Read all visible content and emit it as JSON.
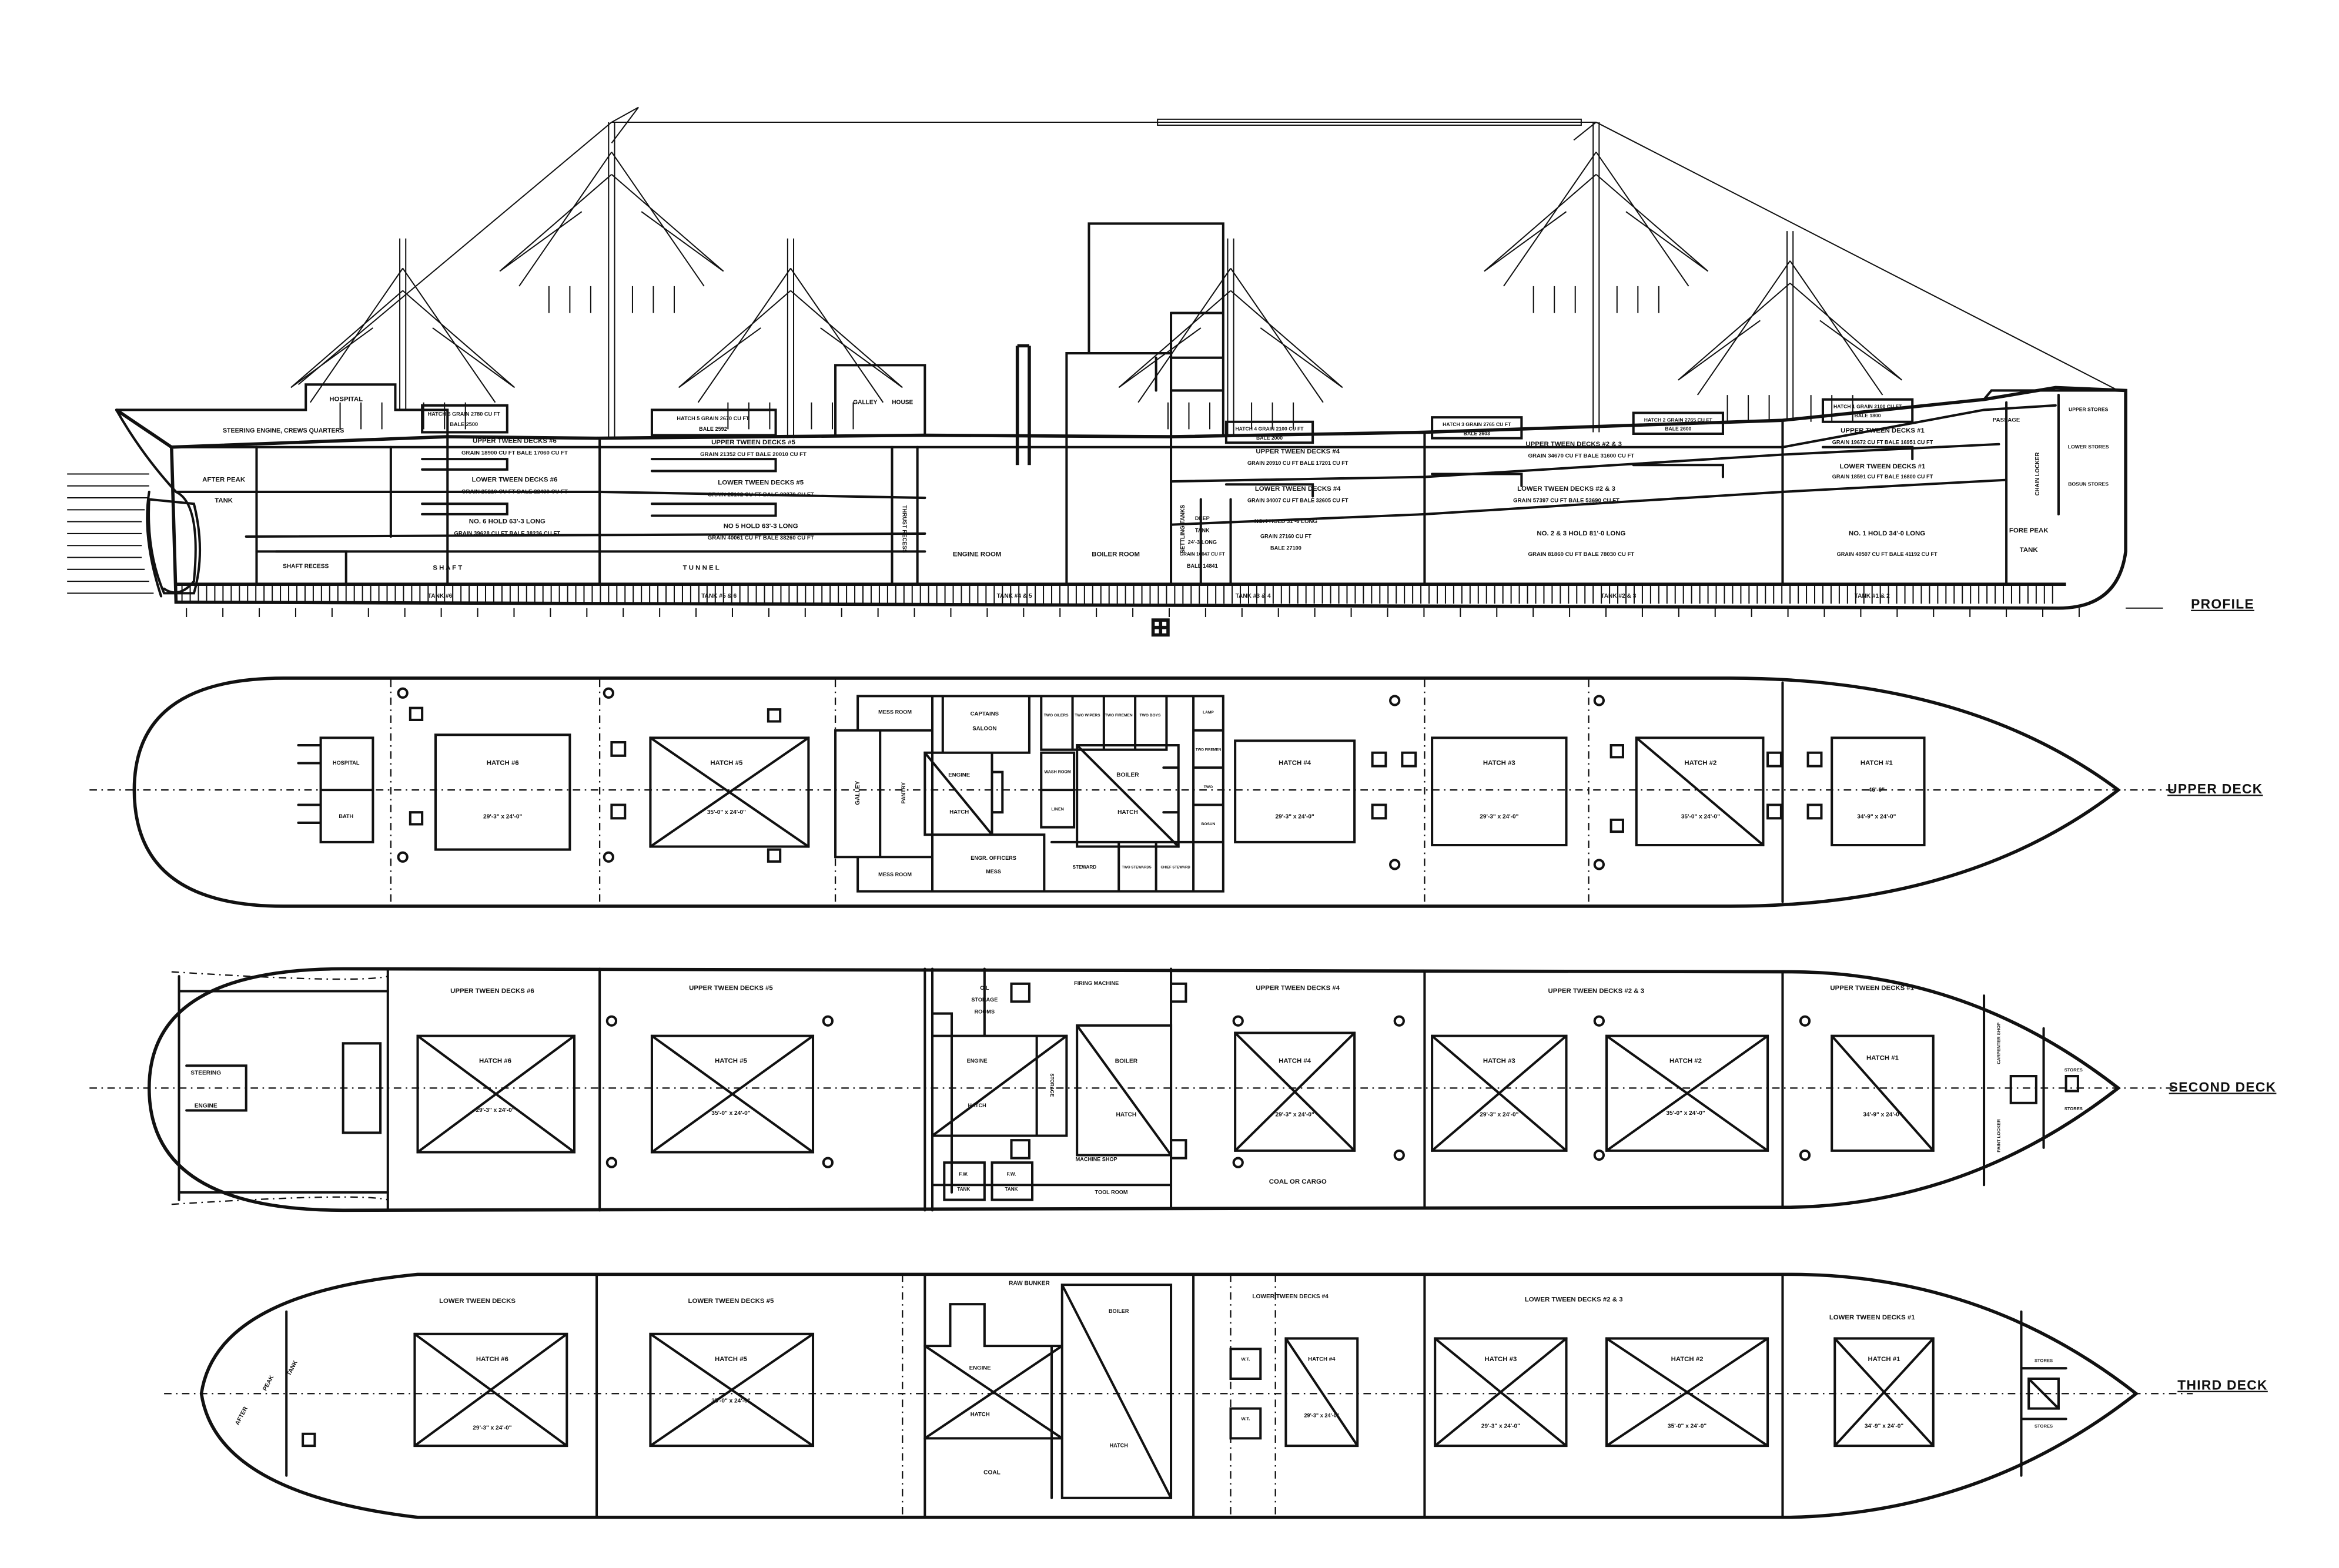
{
  "titles": {
    "profile": "PROFILE",
    "upper": "UPPER DECK",
    "second": "SECOND DECK",
    "third": "THIRD DECK"
  },
  "profile": {
    "hospital": "HOSPITAL",
    "crews": "STEERING ENGINE, CREWS QUARTERS",
    "after_peak": "AFTER PEAK",
    "after_peak_tank": "TANK",
    "shaft_recess": "SHAFT RECESS",
    "hatch6": "HATCH 6 GRAIN 2780 CU FT",
    "hatch6b": "BALE 2500",
    "utd6": "UPPER TWEEN DECKS #6",
    "utd6c": "GRAIN 18900 CU FT   BALE 17060 CU FT",
    "ltd6": "LOWER TWEEN DECKS #6",
    "ltd6c": "GRAIN 25210 CU FT   BALE 22480 CU FT",
    "hold6": "NO. 6 HOLD   63'-3 LONG",
    "hold6c": "GRAIN 39628 CU FT  BALE 38236 CU FT",
    "hatch5": "HATCH 5 GRAIN 2670 CU FT",
    "hatch5b": "BALE 2592",
    "utd5": "UPPER TWEEN DECKS #5",
    "utd5c": "GRAIN 21352 CU FT   BALE 20010 CU FT",
    "ltd5": "LOWER TWEEN DECKS #5",
    "ltd5c": "GRAIN 25102 CU FT   BALE 22370 CU FT",
    "hold5": "NO 5 HOLD   63'-3 LONG",
    "hold5c": "GRAIN 40061 CU FT   BALE 38260 CU FT",
    "shaft": "S H A F T",
    "tunnel": "T U N N E L",
    "thrust": "THRUST RECESS",
    "galley": "GALLEY",
    "house": "HOUSE",
    "engine_room": "ENGINE ROOM",
    "boiler_room": "BOILER ROOM",
    "settling": "SETTLING TANKS",
    "deep1": "DEEP",
    "deep2": "TANK",
    "deep3": "24'-3 LONG",
    "deep4": "GRAIN 16047 CU FT",
    "deep5": "BALE 14841",
    "hold4": "NO.4 HOLD 31'-6 LONG",
    "hold4c": "GRAIN 27160 CU FT",
    "hold4d": "BALE 27100",
    "hatch4": "HATCH 4 GRAIN 2100 CU FT",
    "hatch4b": "BALE 2000",
    "utd4": "UPPER TWEEN DECKS #4",
    "utd4c": "GRAIN 20910 CU FT  BALE 17201 CU FT",
    "ltd4": "LOWER TWEEN DECKS #4",
    "ltd4c": "GRAIN 34007 CU FT  BALE 32605 CU FT",
    "hatch3": "HATCH 3 GRAIN 2765 CU FT",
    "hatch3b": "BALE 2603",
    "hatch2": "HATCH 2 GRAIN 2765 CU FT",
    "hatch2b": "BALE 2600",
    "utd23": "UPPER TWEEN DECKS #2 & 3",
    "utd23c": "GRAIN 34670 CU FT      BALE 31600 CU FT",
    "ltd23": "LOWER TWEEN DECKS #2 & 3",
    "ltd23c": "GRAIN 57397 CU FT     BALE 53690 CU FT",
    "hold23": "NO. 2 & 3 HOLD   81'-0 LONG",
    "hold23c": "GRAIN 81860 CU FT      BALE 78030 CU FT",
    "hatch1": "HATCH 1 GRAIN 2100 CU FT",
    "hatch1b": "BALE 1800",
    "utd1": "UPPER TWEEN DECKS #1",
    "utd1c": "GRAIN 19672 CU FT   BALE 16951 CU FT",
    "ltd1": "LOWER TWEEN DECKS #1",
    "ltd1c": "GRAIN 18591 CU FT   BALE 16800 CU FT",
    "hold1": "NO. 1 HOLD   34'-0 LONG",
    "hold1c": "GRAIN 40507 CU FT  BALE 41192 CU FT",
    "fore_peak": "FORE PEAK",
    "fore_peak_tank": "TANK",
    "passage": "PASSAGE",
    "chain": "CHAIN LOCKER",
    "stores1": "UPPER STORES",
    "stores2": "LOWER STORES",
    "stores3": "BOSUN STORES",
    "tank6": "TANK #6",
    "tank5": "TANK #5 & 6",
    "tank4": "TANK #4 & 5",
    "tank3": "TANK #3 & 4",
    "tank2": "TANK #2 & 3",
    "tank1": "TANK #1 & 2"
  },
  "upper": {
    "hospital": "HOSPITAL",
    "bath": "BATH",
    "hatch6": "HATCH #6",
    "hatch6d": "29'-3\" x 24'-0\"",
    "hatch5": "HATCH #5",
    "hatch5d": "35'-0\" x 24'-0\"",
    "mess_top": "MESS ROOM",
    "mess_bottom": "MESS ROOM",
    "galley": "GALLEY",
    "pantry": "PANTRY",
    "captain1": "CAPTAINS",
    "captain2": "SALOON",
    "engine": "ENGINE",
    "engine_hatch": "HATCH",
    "engr1": "ENGR. OFFICERS",
    "engr2": "MESS",
    "r1": "TWO OILERS",
    "r2": "TWO WIPERS",
    "r3": "TWO FIREMEN",
    "r4": "TWO BOYS",
    "wash": "WASH ROOM",
    "linen": "LINEN",
    "boiler": "BOILER",
    "boiler_hatch": "HATCH",
    "steward": "STEWARD",
    "stewards": "TWO STEWARDS",
    "chief": "CHIEF STEWARD",
    "lamp": "LAMP",
    "two_firemen": "TWO FIREMEN",
    "two": "TWO",
    "bosun": "BOSUN",
    "hatch4": "HATCH #4",
    "hatch4d": "29'-3\" x 24'-0\"",
    "hatch3": "HATCH #3",
    "hatch3d": "29'-3\" x 24'-0\"",
    "hatch2": "HATCH #2",
    "hatch2d": "35'-0\" x 24'-0\"",
    "hatch1": "HATCH #1",
    "hatch1a": "46'-0\"",
    "hatch1d": "34'-9\" x 24'-0\""
  },
  "second": {
    "steering": "STEERING",
    "engine": "ENGINE",
    "utd6": "UPPER TWEEN DECKS #6",
    "hatch6": "HATCH #6",
    "hatch6d": "29'-3\" x 24'-0\"",
    "utd5": "UPPER TWEEN DECKS #5",
    "hatch5": "HATCH #5",
    "hatch5d": "35'-0\" x 24'-0\"",
    "oil1": "OIL",
    "oil2": "STORAGE",
    "oil3": "ROOMS",
    "firing": "FIRING MACHINE",
    "storage": "STORAGE",
    "engine_lbl": "ENGINE",
    "engine_hatch": "HATCH",
    "boiler": "BOILER",
    "boiler_hatch": "HATCH",
    "machine": "MACHINE SHOP",
    "tool": "TOOL ROOM",
    "fw1": "F.W.",
    "fw1b": "TANK",
    "fw2": "F.W.",
    "fw2b": "TANK",
    "utd4": "UPPER TWEEN DECKS #4",
    "hatch4": "HATCH #4",
    "hatch4d": "29'-3\" x 24'-0\"",
    "coal": "COAL OR CARGO",
    "utd23": "UPPER TWEEN DECKS #2 & 3",
    "hatch3": "HATCH #3",
    "hatch3d": "29'-3\" x 24'-0\"",
    "hatch2": "HATCH #2",
    "hatch2d": "35'-0\" x 24'-0\"",
    "utd1": "UPPER TWEEN DECKS #1",
    "hatch1": "HATCH #1",
    "hatch1d": "34'-9\" x 24'-0\"",
    "carpenter": "CARPENTER SHOP",
    "paint": "PAINT LOCKER",
    "stores_a": "STORES",
    "stores_b": "STORES"
  },
  "third": {
    "after_peak1": "AFTER",
    "after_peak2": "PEAK",
    "after_peak3": "TANK",
    "ltd6": "LOWER TWEEN DECKS",
    "hatch6": "HATCH #6",
    "hatch6d": "29'-3\" x 24'-0\"",
    "ltd5": "LOWER TWEEN DECKS #5",
    "hatch5": "HATCH #5",
    "hatch5d": "35'-0\" x 24'-0\"",
    "bunker": "RAW BUNKER",
    "engine": "ENGINE",
    "engine_hatch": "HATCH",
    "coal": "COAL",
    "boiler": "BOILER",
    "boiler_hatch": "HATCH",
    "wt1": "W.T.",
    "wt2": "W.T.",
    "ltd4": "LOWER TWEEN DECKS #4",
    "hatch4": "HATCH #4",
    "hatch4d": "29'-3\" x 24'-0\"",
    "ltd23": "LOWER TWEEN DECKS #2 & 3",
    "hatch3": "HATCH #3",
    "hatch3d": "29'-3\" x 24'-0\"",
    "hatch2": "HATCH #2",
    "hatch2d": "35'-0\" x 24'-0\"",
    "ltd1": "LOWER TWEEN DECKS #1",
    "hatch1": "HATCH #1",
    "hatch1d": "34'-9\" x 24'-0\"",
    "stores_a": "STORES",
    "stores_b": "STORES"
  }
}
